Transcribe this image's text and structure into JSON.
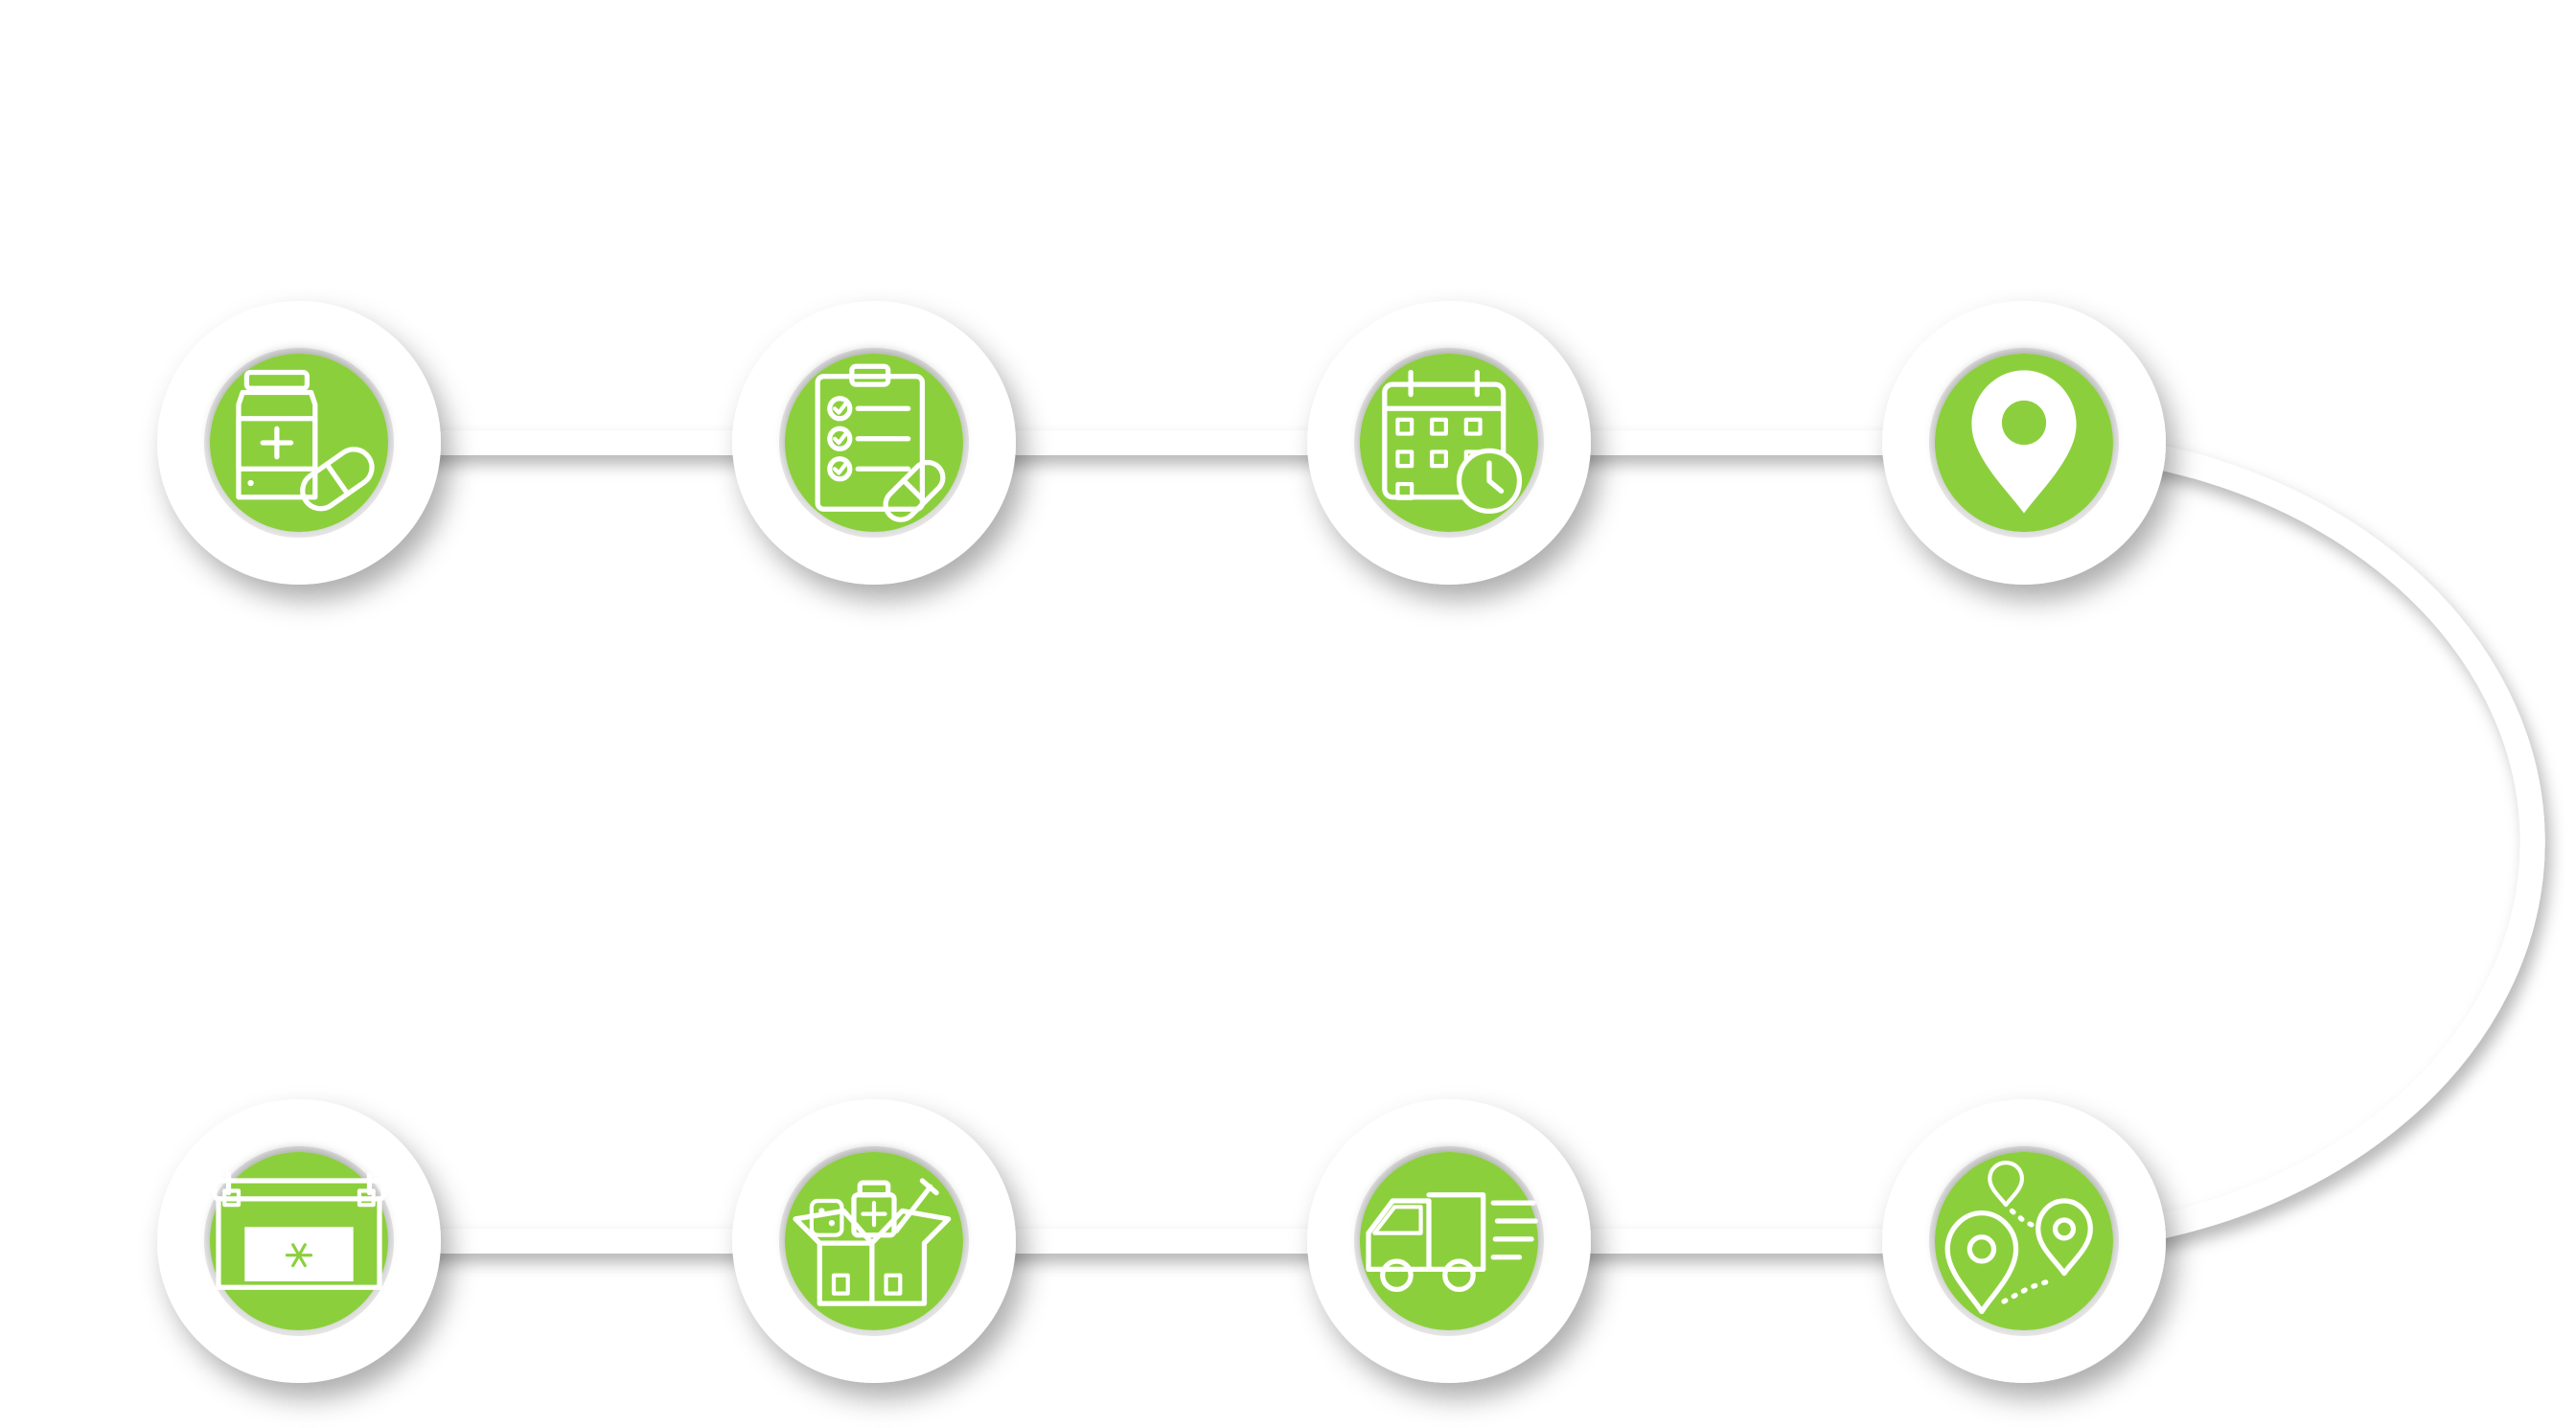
{
  "colors": {
    "accent_green": "#8ccf3e",
    "ring_white": "#ffffff",
    "track_shadow": "#bdbdbd",
    "icon_stroke": "#ffffff"
  },
  "steps": [
    {
      "icon": "medicine-bottle-pills-icon",
      "row": "top"
    },
    {
      "icon": "clipboard-checklist-pill-icon",
      "row": "top"
    },
    {
      "icon": "calendar-clock-icon",
      "row": "top"
    },
    {
      "icon": "location-pin-icon",
      "row": "top"
    },
    {
      "icon": "route-map-pins-icon",
      "row": "bottom"
    },
    {
      "icon": "delivery-truck-icon",
      "row": "bottom"
    },
    {
      "icon": "medical-supplies-box-icon",
      "row": "bottom"
    },
    {
      "icon": "cooler-box-snowflake-icon",
      "row": "bottom"
    }
  ]
}
